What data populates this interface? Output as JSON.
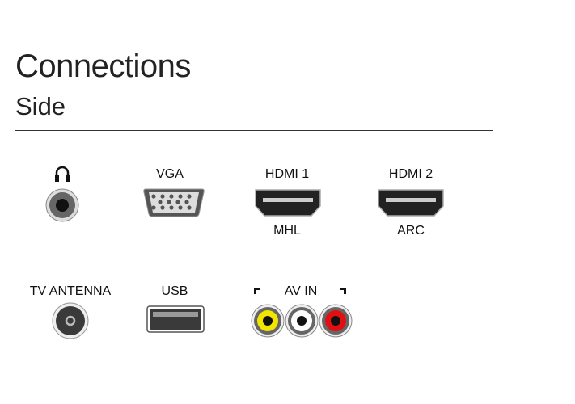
{
  "header": {
    "title": "Connections",
    "subtitle": "Side"
  },
  "ports": {
    "headphone": {
      "icon": "headphone-icon"
    },
    "vga": {
      "label": "VGA"
    },
    "hdmi1": {
      "label": "HDMI 1",
      "sublabel": "MHL"
    },
    "hdmi2": {
      "label": "HDMI 2",
      "sublabel": "ARC"
    },
    "antenna": {
      "label": "TV ANTENNA"
    },
    "usb": {
      "label": "USB"
    },
    "av_in": {
      "label": "AV IN",
      "colors": [
        "#f2e600",
        "#ffffff",
        "#e01010"
      ]
    }
  }
}
